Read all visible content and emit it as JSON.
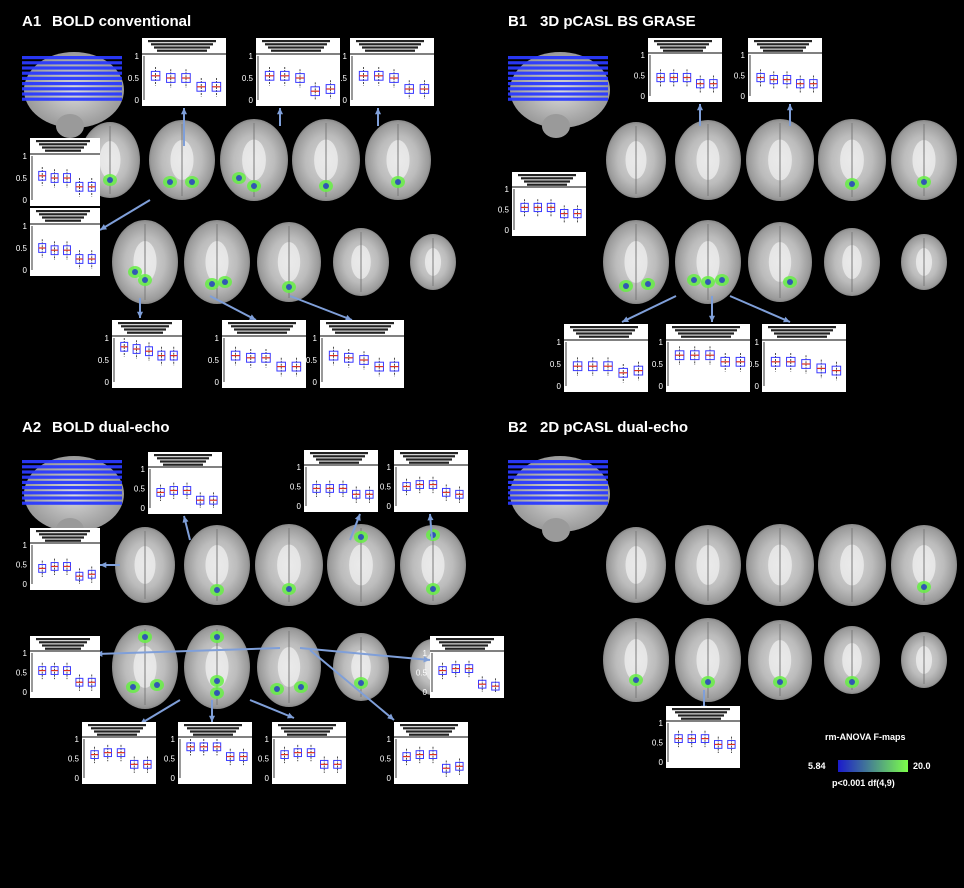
{
  "panels": [
    {
      "id": "A1",
      "label": "A1",
      "title": "BOLD conventional"
    },
    {
      "id": "B1",
      "label": "B1",
      "title": "3D pCASL BS GRASE"
    },
    {
      "id": "A2",
      "label": "A2",
      "title": "BOLD dual-echo"
    },
    {
      "id": "B2",
      "label": "B2",
      "title": "2D pCASL dual-echo"
    }
  ],
  "boxplot_yticks": [
    "1",
    "0.5",
    "0"
  ],
  "colorbar": {
    "title": "rm-ANOVA F-maps",
    "min_label": "5.84",
    "max_label": "20.0",
    "caption": "p<0.001 df(4,9)",
    "color_low": "#1a1acc",
    "color_high": "#7cff4a"
  },
  "colors": {
    "background": "#000000",
    "box_outline": "#3a3aff",
    "median": "#e0301e",
    "outlier": "#e0301e",
    "arrow": "#7f9fd9",
    "activation": "#66ee44",
    "slab_stripe": "#2a3aff"
  },
  "chart_data": {
    "type": "boxplot",
    "title": "",
    "ylim": [
      0,
      1
    ],
    "yticks": [
      0,
      0.5,
      1
    ],
    "groups": 5,
    "plots": [
      {
        "panel": "A1",
        "medians": [
          0.55,
          0.5,
          0.5,
          0.3,
          0.3
        ]
      },
      {
        "panel": "A1",
        "medians": [
          0.55,
          0.55,
          0.5,
          0.2,
          0.25
        ]
      },
      {
        "panel": "A1",
        "medians": [
          0.55,
          0.55,
          0.5,
          0.25,
          0.25
        ]
      },
      {
        "panel": "A1",
        "medians": [
          0.55,
          0.5,
          0.5,
          0.3,
          0.3
        ]
      },
      {
        "panel": "A1",
        "medians": [
          0.5,
          0.45,
          0.45,
          0.25,
          0.25
        ]
      },
      {
        "panel": "A1",
        "medians": [
          0.8,
          0.75,
          0.7,
          0.6,
          0.6
        ]
      },
      {
        "panel": "A1",
        "medians": [
          0.6,
          0.55,
          0.55,
          0.35,
          0.35
        ]
      },
      {
        "panel": "A1",
        "medians": [
          0.6,
          0.55,
          0.5,
          0.35,
          0.35
        ]
      },
      {
        "panel": "B1",
        "medians": [
          0.45,
          0.45,
          0.45,
          0.3,
          0.3
        ]
      },
      {
        "panel": "B1",
        "medians": [
          0.45,
          0.4,
          0.4,
          0.3,
          0.3
        ]
      },
      {
        "panel": "B1",
        "medians": [
          0.55,
          0.55,
          0.55,
          0.4,
          0.4
        ]
      },
      {
        "panel": "B1",
        "medians": [
          0.45,
          0.45,
          0.45,
          0.3,
          0.35
        ]
      },
      {
        "panel": "B1",
        "medians": [
          0.7,
          0.7,
          0.7,
          0.55,
          0.55
        ]
      },
      {
        "panel": "B1",
        "medians": [
          0.55,
          0.55,
          0.5,
          0.4,
          0.35
        ]
      },
      {
        "panel": "A2",
        "medians": [
          0.4,
          0.45,
          0.45,
          0.2,
          0.2
        ]
      },
      {
        "panel": "A2",
        "medians": [
          0.45,
          0.45,
          0.45,
          0.3,
          0.3
        ]
      },
      {
        "panel": "A2",
        "medians": [
          0.5,
          0.55,
          0.55,
          0.35,
          0.3
        ]
      },
      {
        "panel": "A2",
        "medians": [
          0.4,
          0.45,
          0.45,
          0.2,
          0.25
        ]
      },
      {
        "panel": "A2",
        "medians": [
          0.55,
          0.55,
          0.55,
          0.25,
          0.25
        ]
      },
      {
        "panel": "A2",
        "medians": [
          0.55,
          0.6,
          0.6,
          0.2,
          0.15
        ]
      },
      {
        "panel": "A2",
        "medians": [
          0.6,
          0.65,
          0.65,
          0.35,
          0.35
        ]
      },
      {
        "panel": "A2",
        "medians": [
          0.8,
          0.8,
          0.8,
          0.55,
          0.55
        ]
      },
      {
        "panel": "A2",
        "medians": [
          0.6,
          0.65,
          0.65,
          0.35,
          0.35
        ]
      },
      {
        "panel": "A2",
        "medians": [
          0.55,
          0.6,
          0.6,
          0.25,
          0.3
        ]
      },
      {
        "panel": "B2",
        "medians": [
          0.6,
          0.6,
          0.6,
          0.45,
          0.45
        ]
      }
    ]
  }
}
